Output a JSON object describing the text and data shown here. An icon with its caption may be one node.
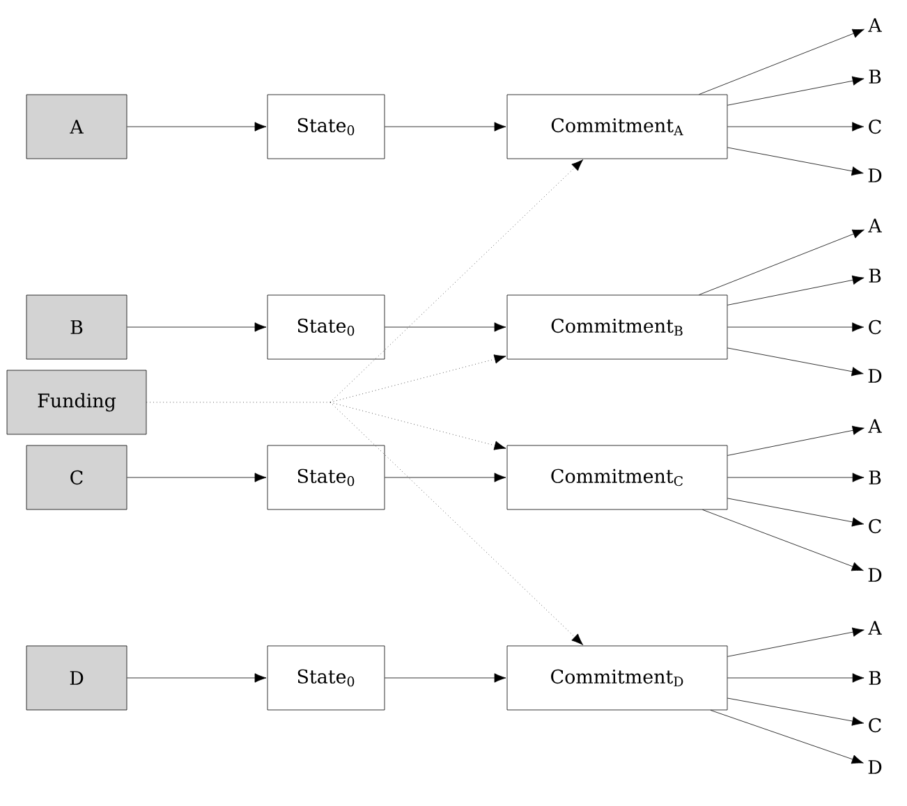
{
  "diagram": {
    "nodes": [
      {
        "text": [
          "A"
        ]
      },
      {
        "text": [
          "State$_{0}$"
        ]
      },
      {
        "text": [
          "Commitment$_{A}$"
        ]
      },
      {
        "text": [
          "A"
        ]
      },
      {
        "text": [
          "B"
        ]
      },
      {
        "text": [
          "C"
        ]
      },
      {
        "text": [
          "D"
        ]
      },
      {
        "text": [
          "B"
        ]
      },
      {
        "text": [
          "State$_{0}$"
        ]
      },
      {
        "text": [
          "Commitment$_{B}$"
        ]
      },
      {
        "text": [
          "A"
        ]
      },
      {
        "text": [
          "B"
        ]
      },
      {
        "text": [
          "C"
        ]
      },
      {
        "text": [
          "D"
        ]
      },
      {
        "text": [
          "Funding"
        ]
      },
      {
        "text": [
          "C"
        ]
      },
      {
        "text": [
          "State$_{0}$"
        ]
      },
      {
        "text": [
          "Commitment$_{C}$"
        ]
      },
      {
        "text": [
          "A"
        ]
      },
      {
        "text": [
          "B"
        ]
      },
      {
        "text": [
          "C"
        ]
      },
      {
        "text": [
          "D"
        ]
      },
      {
        "text": [
          "D"
        ]
      },
      {
        "text": [
          "State$_{0}$"
        ]
      },
      {
        "text": [
          "Commitment$_{D}$"
        ]
      },
      {
        "text": [
          "A"
        ]
      },
      {
        "text": [
          "B"
        ]
      },
      {
        "text": [
          "C"
        ]
      },
      {
        "text": [
          "D"
        ]
      }
    ],
    "edges": [
      {
        "from": 0,
        "to": 1,
        "arrow": "to"
      },
      {
        "from": 1,
        "to": 2,
        "arrow": "to"
      },
      {
        "from": 2,
        "to": 3,
        "arrow": "to"
      },
      {
        "from": 2,
        "to": 4,
        "arrow": "to"
      },
      {
        "from": 2,
        "to": 5,
        "arrow": "to"
      },
      {
        "from": 2,
        "to": 6,
        "arrow": "to"
      },
      {
        "from": 7,
        "to": 8,
        "arrow": "to"
      },
      {
        "from": 8,
        "to": 9,
        "arrow": "to"
      },
      {
        "from": 9,
        "to": 10,
        "arrow": "to"
      },
      {
        "from": 9,
        "to": 11,
        "arrow": "to"
      },
      {
        "from": 9,
        "to": 12,
        "arrow": "to"
      },
      {
        "from": 9,
        "to": 13,
        "arrow": "to"
      },
      {
        "from": 15,
        "to": 16,
        "arrow": "to"
      },
      {
        "from": 16,
        "to": 17,
        "arrow": "to"
      },
      {
        "from": 17,
        "to": 18,
        "arrow": "to"
      },
      {
        "from": 17,
        "to": 19,
        "arrow": "to"
      },
      {
        "from": 17,
        "to": 20,
        "arrow": "to"
      },
      {
        "from": 17,
        "to": 21,
        "arrow": "to"
      },
      {
        "from": 22,
        "to": 23,
        "arrow": "to"
      },
      {
        "from": 23,
        "to": 24,
        "arrow": "to"
      },
      {
        "from": 24,
        "to": 25,
        "arrow": "to"
      },
      {
        "from": 24,
        "to": 26,
        "arrow": "to"
      },
      {
        "from": 24,
        "to": 27,
        "arrow": "to"
      },
      {
        "from": 24,
        "to": 28,
        "arrow": "to"
      },
      {
        "from": 14,
        "to": 2,
        "arrow": "to",
        "style": "dashed"
      },
      {
        "from": 14,
        "to": 9,
        "arrow": "to",
        "style": "dashed"
      },
      {
        "from": 14,
        "to": 17,
        "arrow": "to",
        "style": "dashed"
      },
      {
        "from": 14,
        "to": 24,
        "arrow": "to",
        "style": "dashed"
      }
    ]
  }
}
